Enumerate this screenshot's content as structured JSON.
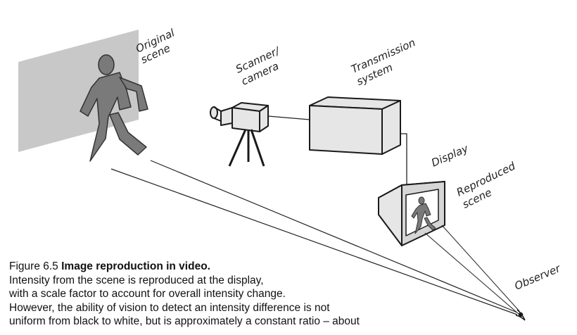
{
  "labels": {
    "original_scene": [
      "Original",
      "scene"
    ],
    "scanner_camera": [
      "Scanner/",
      "camera"
    ],
    "transmission_system": [
      "Transmission",
      "system"
    ],
    "display": "Display",
    "reproduced_scene": [
      "Reproduced",
      "scene"
    ],
    "observer": "Observer"
  },
  "caption": {
    "figure_number": "Figure 6.5",
    "title": "Image reproduction in video.",
    "lines": [
      "Intensity from the scene is reproduced at the display,",
      "with a scale factor to account for overall intensity change.",
      "However, the ability of vision to detect an intensity difference is not",
      "uniform from black to white, but is approximately a constant ratio – about"
    ]
  },
  "colors": {
    "scene_backdrop": "#c8c8c8",
    "figure_fill": "#7a7a7a",
    "box_fill": "#e6e6e6",
    "stroke": "#1a1a1a"
  }
}
